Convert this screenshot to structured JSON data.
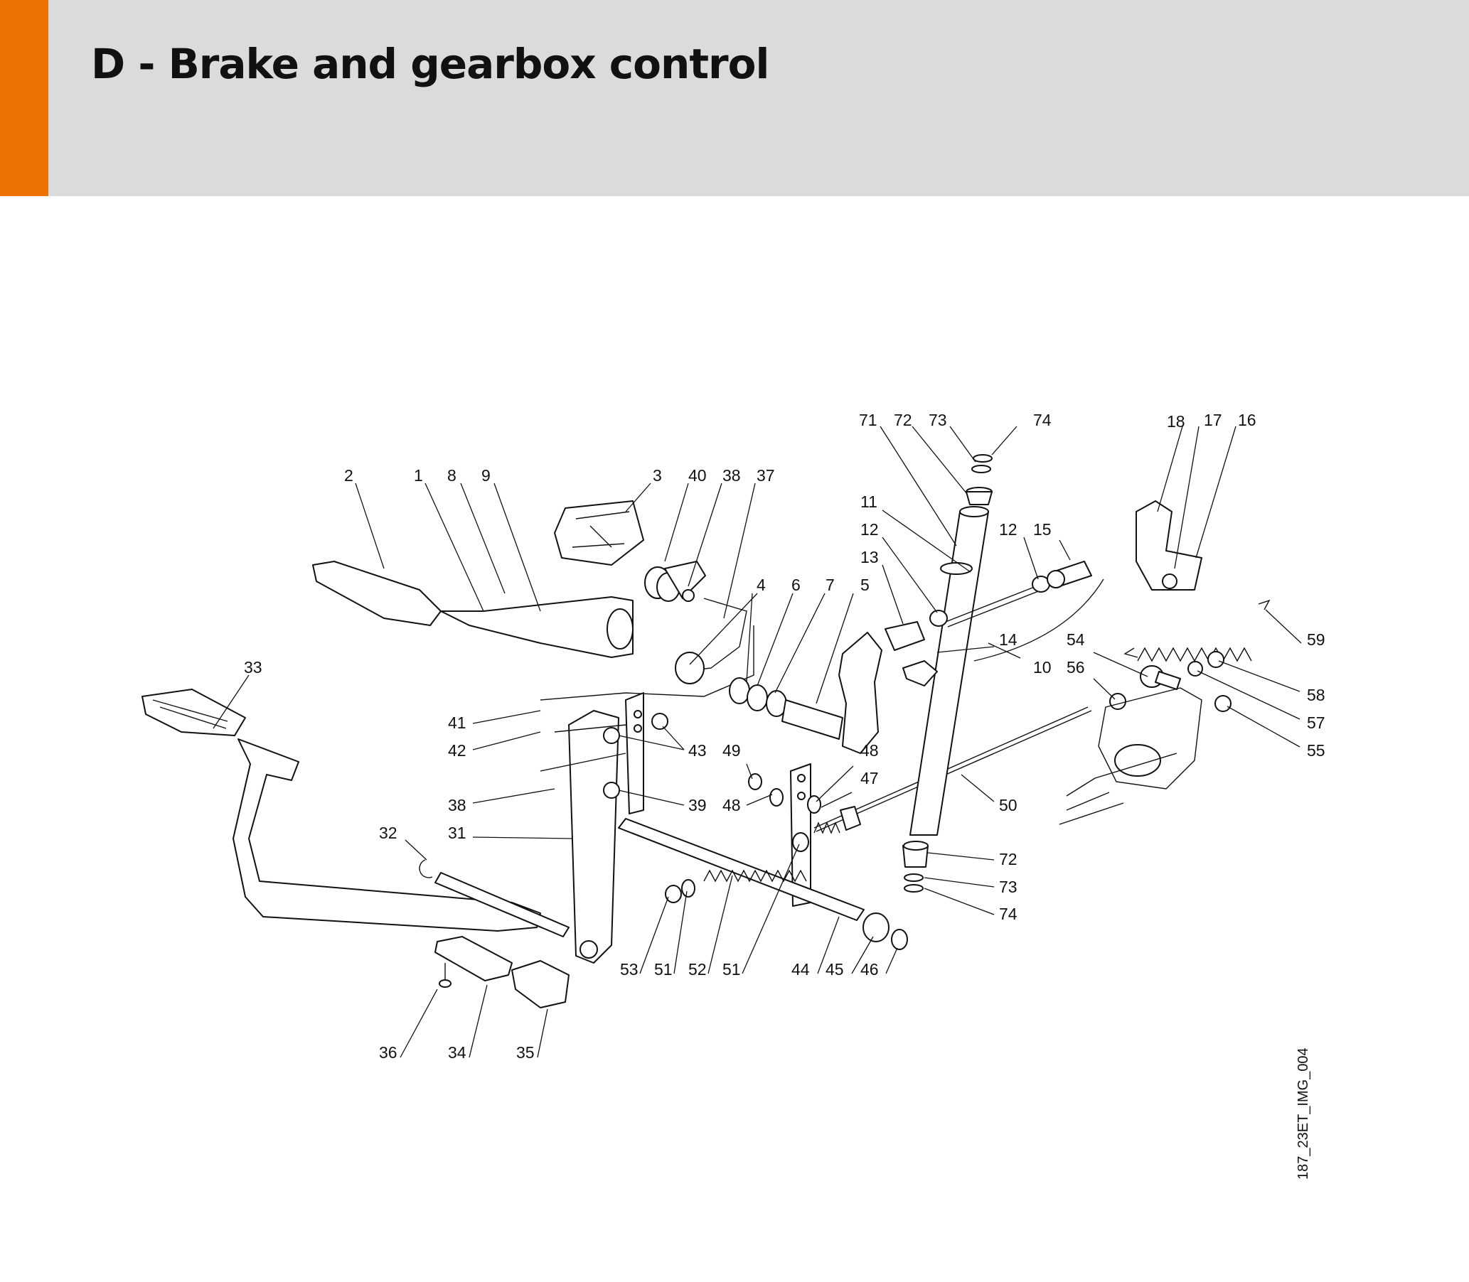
{
  "header": {
    "title": "D - Brake and gearbox control",
    "accent_color": "#ee7203",
    "background_color": "#dadcdb"
  },
  "image_ref": "187_23ET_IMG_004",
  "callouts": [
    {
      "id": "c-71a",
      "label": "71"
    },
    {
      "id": "c-72a",
      "label": "72"
    },
    {
      "id": "c-73a",
      "label": "73"
    },
    {
      "id": "c-74a",
      "label": "74"
    },
    {
      "id": "c-18",
      "label": "18"
    },
    {
      "id": "c-17",
      "label": "17"
    },
    {
      "id": "c-16",
      "label": "16"
    },
    {
      "id": "c-2",
      "label": "2"
    },
    {
      "id": "c-1",
      "label": "1"
    },
    {
      "id": "c-8",
      "label": "8"
    },
    {
      "id": "c-9",
      "label": "9"
    },
    {
      "id": "c-3",
      "label": "3"
    },
    {
      "id": "c-40",
      "label": "40"
    },
    {
      "id": "c-38a",
      "label": "38"
    },
    {
      "id": "c-37",
      "label": "37"
    },
    {
      "id": "c-11",
      "label": "11"
    },
    {
      "id": "c-12a",
      "label": "12"
    },
    {
      "id": "c-12b",
      "label": "12"
    },
    {
      "id": "c-15",
      "label": "15"
    },
    {
      "id": "c-13",
      "label": "13"
    },
    {
      "id": "c-4",
      "label": "4"
    },
    {
      "id": "c-6",
      "label": "6"
    },
    {
      "id": "c-7",
      "label": "7"
    },
    {
      "id": "c-5",
      "label": "5"
    },
    {
      "id": "c-14",
      "label": "14"
    },
    {
      "id": "c-10",
      "label": "10"
    },
    {
      "id": "c-54",
      "label": "54"
    },
    {
      "id": "c-56",
      "label": "56"
    },
    {
      "id": "c-59",
      "label": "59"
    },
    {
      "id": "c-58",
      "label": "58"
    },
    {
      "id": "c-57",
      "label": "57"
    },
    {
      "id": "c-55",
      "label": "55"
    },
    {
      "id": "c-33",
      "label": "33"
    },
    {
      "id": "c-41",
      "label": "41"
    },
    {
      "id": "c-42",
      "label": "42"
    },
    {
      "id": "c-43",
      "label": "43"
    },
    {
      "id": "c-49",
      "label": "49"
    },
    {
      "id": "c-48a",
      "label": "48"
    },
    {
      "id": "c-47",
      "label": "47"
    },
    {
      "id": "c-48b",
      "label": "48"
    },
    {
      "id": "c-38b",
      "label": "38"
    },
    {
      "id": "c-39",
      "label": "39"
    },
    {
      "id": "c-50",
      "label": "50"
    },
    {
      "id": "c-32",
      "label": "32"
    },
    {
      "id": "c-31",
      "label": "31"
    },
    {
      "id": "c-72b",
      "label": "72"
    },
    {
      "id": "c-73b",
      "label": "73"
    },
    {
      "id": "c-74b",
      "label": "74"
    },
    {
      "id": "c-53",
      "label": "53"
    },
    {
      "id": "c-51a",
      "label": "51"
    },
    {
      "id": "c-52",
      "label": "52"
    },
    {
      "id": "c-51b",
      "label": "51"
    },
    {
      "id": "c-44",
      "label": "44"
    },
    {
      "id": "c-45",
      "label": "45"
    },
    {
      "id": "c-46",
      "label": "46"
    },
    {
      "id": "c-36",
      "label": "36"
    },
    {
      "id": "c-34",
      "label": "34"
    },
    {
      "id": "c-35",
      "label": "35"
    }
  ]
}
